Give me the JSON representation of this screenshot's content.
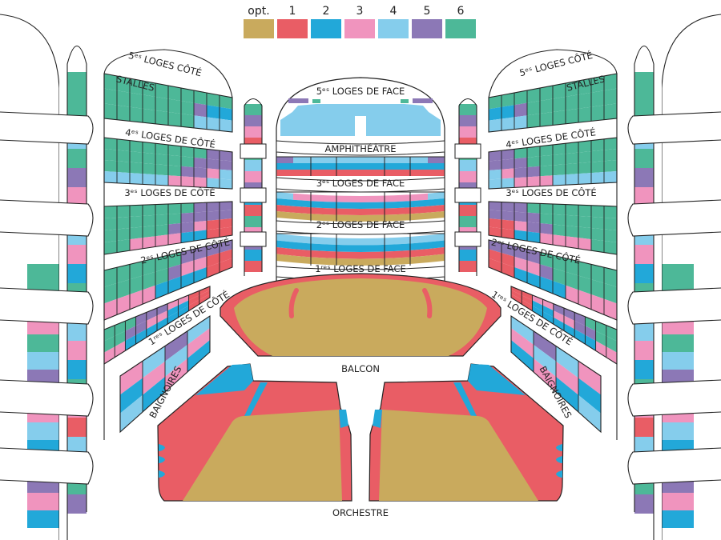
{
  "legend": [
    {
      "label": "opt.",
      "color": "#c9aa5d"
    },
    {
      "label": "1",
      "color": "#e95d65"
    },
    {
      "label": "2",
      "color": "#22a8d9"
    },
    {
      "label": "3",
      "color": "#f094be"
    },
    {
      "label": "4",
      "color": "#85cdec"
    },
    {
      "label": "5",
      "color": "#8c78b6"
    },
    {
      "label": "6",
      "color": "#4db898"
    }
  ],
  "labels": {
    "loges5_cote": "5ᵉˢ LOGES CÔTÉ",
    "stalles": "STALLES",
    "loges4_cote": "4ᵉˢ LOGES DE CÔTÉ",
    "loges3_cote": "3ᵉˢ LOGES DE CÔTÉ",
    "loges2_cote": "2ᵉˢ LOGES DE CÔTÉ",
    "loges1_cote": "1ʳᵉˢ LOGES DE CÔTÉ",
    "baignoires": "BAIGNOIRES",
    "loges5_face": "5ᵉˢ LOGES DE FACE",
    "amphitheatre": "AMPHITHÉÂTRE",
    "loges3_face": "3ᵉˢ LOGES DE FACE",
    "loges2_face": "2ᵉˢ LOGES DE FACE",
    "loges1_face": "1ʳᵉˢ LOGES DE FACE",
    "balcon": "BALCON",
    "orchestre": "ORCHESTRE"
  },
  "seat_map": {
    "stalles": [
      "6666666666",
      "6666666522",
      "6666666444"
    ],
    "loges4_cote": [
      "6666666655",
      "6666666555",
      "6666665534",
      "4444433344"
    ],
    "loges3_cote": [
      "6666666555",
      "6666665555",
      "6666655311",
      "6633332211"
    ],
    "loges2_cote": [
      "6666665555",
      "6666653311",
      "3333222211"
    ],
    "loges1_cote": [
      "6665553311",
      "6655332211",
      "3322222211"
    ],
    "baignoires": [
      "3454",
      "2343",
      "4232"
    ],
    "face_amphitheatre": [
      "5444444445",
      "2222222222",
      "1111111111"
    ],
    "face_loges3": [
      "4333333334",
      "2222222222",
      "1111111111",
      "0000000000"
    ],
    "face_loges2": [
      "4444444444",
      "2222222222",
      "1111111111",
      "0000000000"
    ]
  }
}
